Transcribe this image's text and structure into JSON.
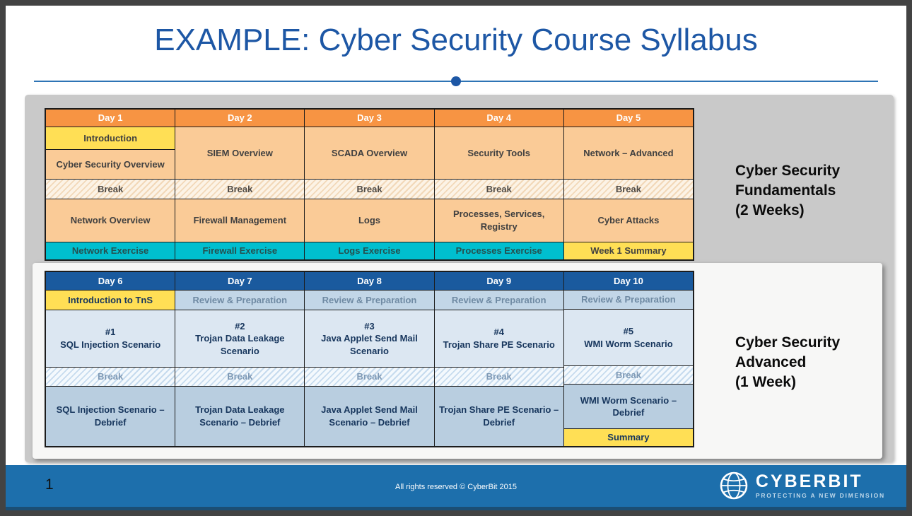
{
  "slide": {
    "title": "EXAMPLE: Cyber Security Course Syllabus"
  },
  "week1": {
    "section_label": {
      "line1": "Cyber Security",
      "line2": "Fundamentals",
      "line3": "(2 Weeks)"
    },
    "days": [
      "Day 1",
      "Day 2",
      "Day 3",
      "Day 4",
      "Day 5"
    ],
    "intro": "Introduction",
    "intro_overview": "Cyber Security Overview",
    "morning_sessions": [
      "SIEM Overview",
      "SCADA Overview",
      "Security Tools",
      "Network – Advanced"
    ],
    "break_label": "Break",
    "afternoon_sessions": [
      "Network Overview",
      "Firewall Management",
      "Logs",
      "Processes, Services, Registry",
      "Cyber Attacks"
    ],
    "exercises": [
      "Network Exercise",
      "Firewall Exercise",
      "Logs  Exercise",
      "Processes Exercise"
    ],
    "week_summary": "Week 1 Summary"
  },
  "week2": {
    "section_label": {
      "line1": "Cyber Security",
      "line2": "Advanced",
      "line3": "(1 Week)"
    },
    "days": [
      "Day 6",
      "Day 7",
      "Day 8",
      "Day 9",
      "Day 10"
    ],
    "intro": "Introduction to TnS",
    "review_label": "Review & Preparation",
    "scenarios": [
      {
        "num": "#1",
        "name": "SQL Injection Scenario"
      },
      {
        "num": "#2",
        "name": "Trojan Data Leakage Scenario"
      },
      {
        "num": "#3",
        "name": "Java Applet Send Mail Scenario"
      },
      {
        "num": "#4",
        "name": "Trojan Share PE Scenario"
      },
      {
        "num": "#5",
        "name": "WMI Worm Scenario"
      }
    ],
    "break_label": "Break",
    "debriefs": [
      "SQL Injection Scenario – Debrief",
      "Trojan Data Leakage Scenario – Debrief",
      "Java Applet Send Mail Scenario – Debrief",
      "Trojan Share PE Scenario – Debrief",
      "WMI Worm Scenario – Debrief"
    ],
    "summary_label": "Summary"
  },
  "footer": {
    "page_number": "1",
    "copyright": "All rights reserved © CyberBit 2015",
    "brand": "CYBERBIT",
    "tagline": "PROTECTING A NEW DIMENSION",
    "logo_icon": "globe-icon"
  },
  "colors": {
    "title_blue": "#1D57A5",
    "divider_blue": "#2E74B5",
    "header_orange": "#F79443",
    "cell_orange": "#FACB97",
    "yellow": "#FFDF55",
    "cyan": "#00BFCF",
    "header_blue": "#1A5A9E",
    "scenario_blue": "#DCE7F2",
    "review_blue": "#C2D6E7",
    "debrief_blue": "#B9CEE0",
    "footer_blue": "#1D6FAC",
    "footer_dark": "#1B4E74",
    "panel_gray": "#C9C9C9",
    "panel_white": "#F7F7F6"
  }
}
